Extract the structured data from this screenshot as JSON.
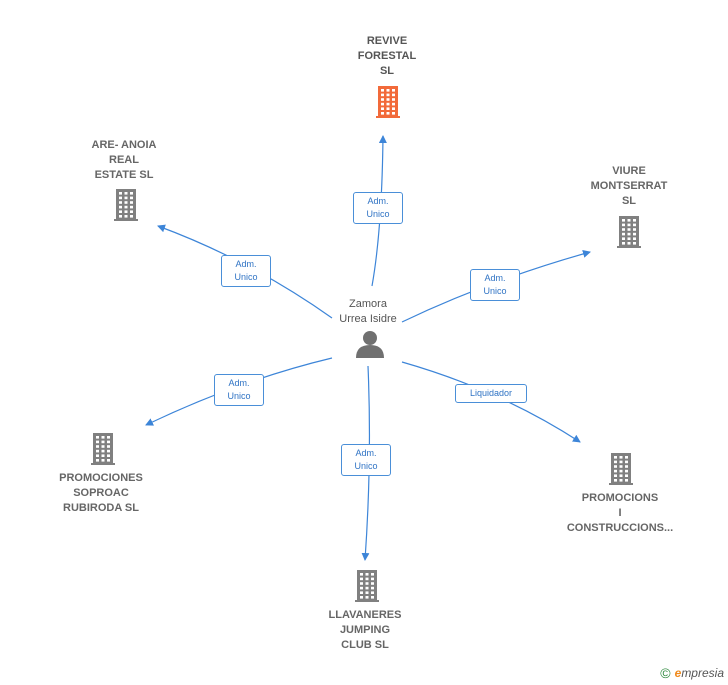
{
  "center": {
    "name": "Zamora\nUrrea Isidre",
    "icon": "person-icon"
  },
  "companies": [
    {
      "id": "revive",
      "name": "REVIVE\nFORESTAL\nSL",
      "role": "Adm.\nUnico",
      "color": "#f26a3a"
    },
    {
      "id": "are",
      "name": "ARE- ANOIA\nREAL\nESTATE  SL",
      "role": "Adm.\nUnico",
      "color": "#808080"
    },
    {
      "id": "viure",
      "name": "VIURE\nMONTSERRAT\nSL",
      "role": "Adm.\nUnico",
      "color": "#808080"
    },
    {
      "id": "soproac",
      "name": "PROMOCIONES\nSOPROAC\nRUBIRODA SL",
      "role": "Adm.\nUnico",
      "color": "#808080"
    },
    {
      "id": "construccions",
      "name": "PROMOCIONS\nI\nCONSTRUCCIONS...",
      "role": "Liquidador",
      "color": "#808080"
    },
    {
      "id": "llavaneres",
      "name": "LLAVANERES\nJUMPING\nCLUB  SL",
      "role": "Adm.\nUnico",
      "color": "#808080"
    }
  ],
  "colors": {
    "edge": "#3d85d8",
    "person": "#707070"
  },
  "footer": {
    "copyright": "©",
    "brand_initial": "e",
    "brand_rest": "mpresia"
  }
}
